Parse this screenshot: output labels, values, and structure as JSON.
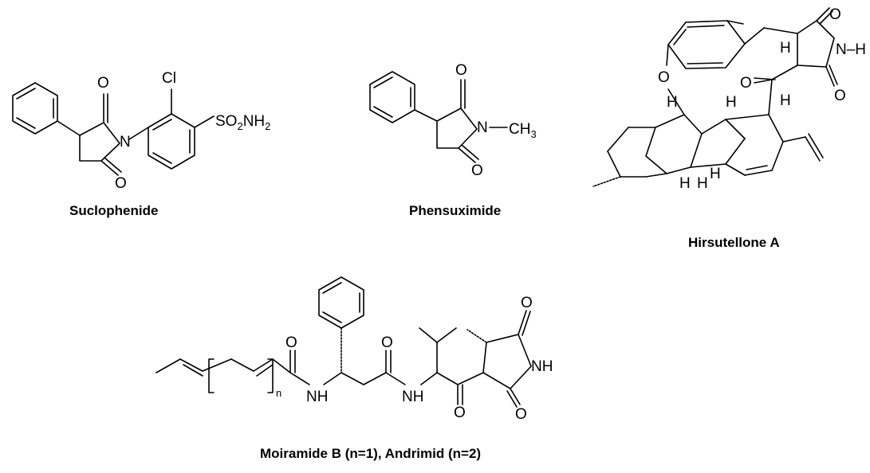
{
  "figure": {
    "compounds": [
      {
        "name": "Suclophenide",
        "labels": {
          "cl": "Cl",
          "n": "N",
          "o1": "O",
          "o2": "O",
          "so2nh2": "SO2NH2"
        }
      },
      {
        "name": "Phensuximide",
        "labels": {
          "n": "N",
          "ch3": "CH3",
          "o1": "O",
          "o2": "O"
        }
      },
      {
        "name": "Hirsutellone A",
        "labels": {
          "o_ether": "O",
          "o_ketone": "O",
          "o1": "O",
          "o2": "O",
          "nh": "N–H",
          "h_labels": [
            "H",
            "H",
            "H",
            "H",
            "H",
            "H",
            "H"
          ]
        }
      },
      {
        "name": "Moiramide B (n=1), Andrimid (n=2)",
        "labels": {
          "o1": "O",
          "o2": "O",
          "o3": "O",
          "o4": "O",
          "o5": "O",
          "nh1": "NH",
          "nh2": "NH",
          "nh3": "NH",
          "n": "n"
        }
      }
    ]
  }
}
